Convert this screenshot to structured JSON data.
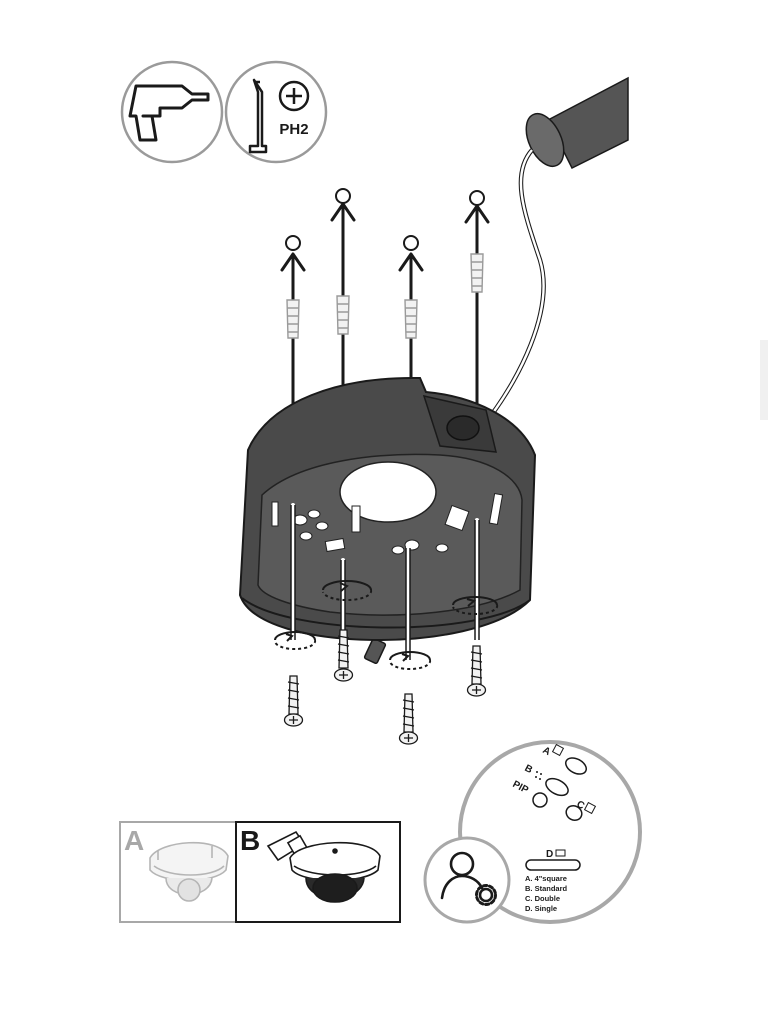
{
  "tools": {
    "drill_icon": "drill-icon",
    "screwdriver_icon": "phillips-screwdriver-icon",
    "screwdriver_label": "PH2"
  },
  "options": {
    "a_label": "A",
    "b_label": "B",
    "a_selected": false,
    "b_selected": true
  },
  "detail": {
    "hole_labels": {
      "a": "A",
      "b": "B",
      "c": "C",
      "d": "D",
      "pip": "PIP"
    },
    "legend": [
      "A. 4\"square",
      "B. Standard",
      "C. Double",
      "D. Single"
    ],
    "user_settings_icon": "user-gear-icon"
  },
  "colors": {
    "line": "#1a1a1a",
    "housing": "#4a4a4a",
    "housing_dark": "#2e2e2e",
    "muted": "#9a9a9a",
    "detail_ring": "#a8a8a8"
  }
}
